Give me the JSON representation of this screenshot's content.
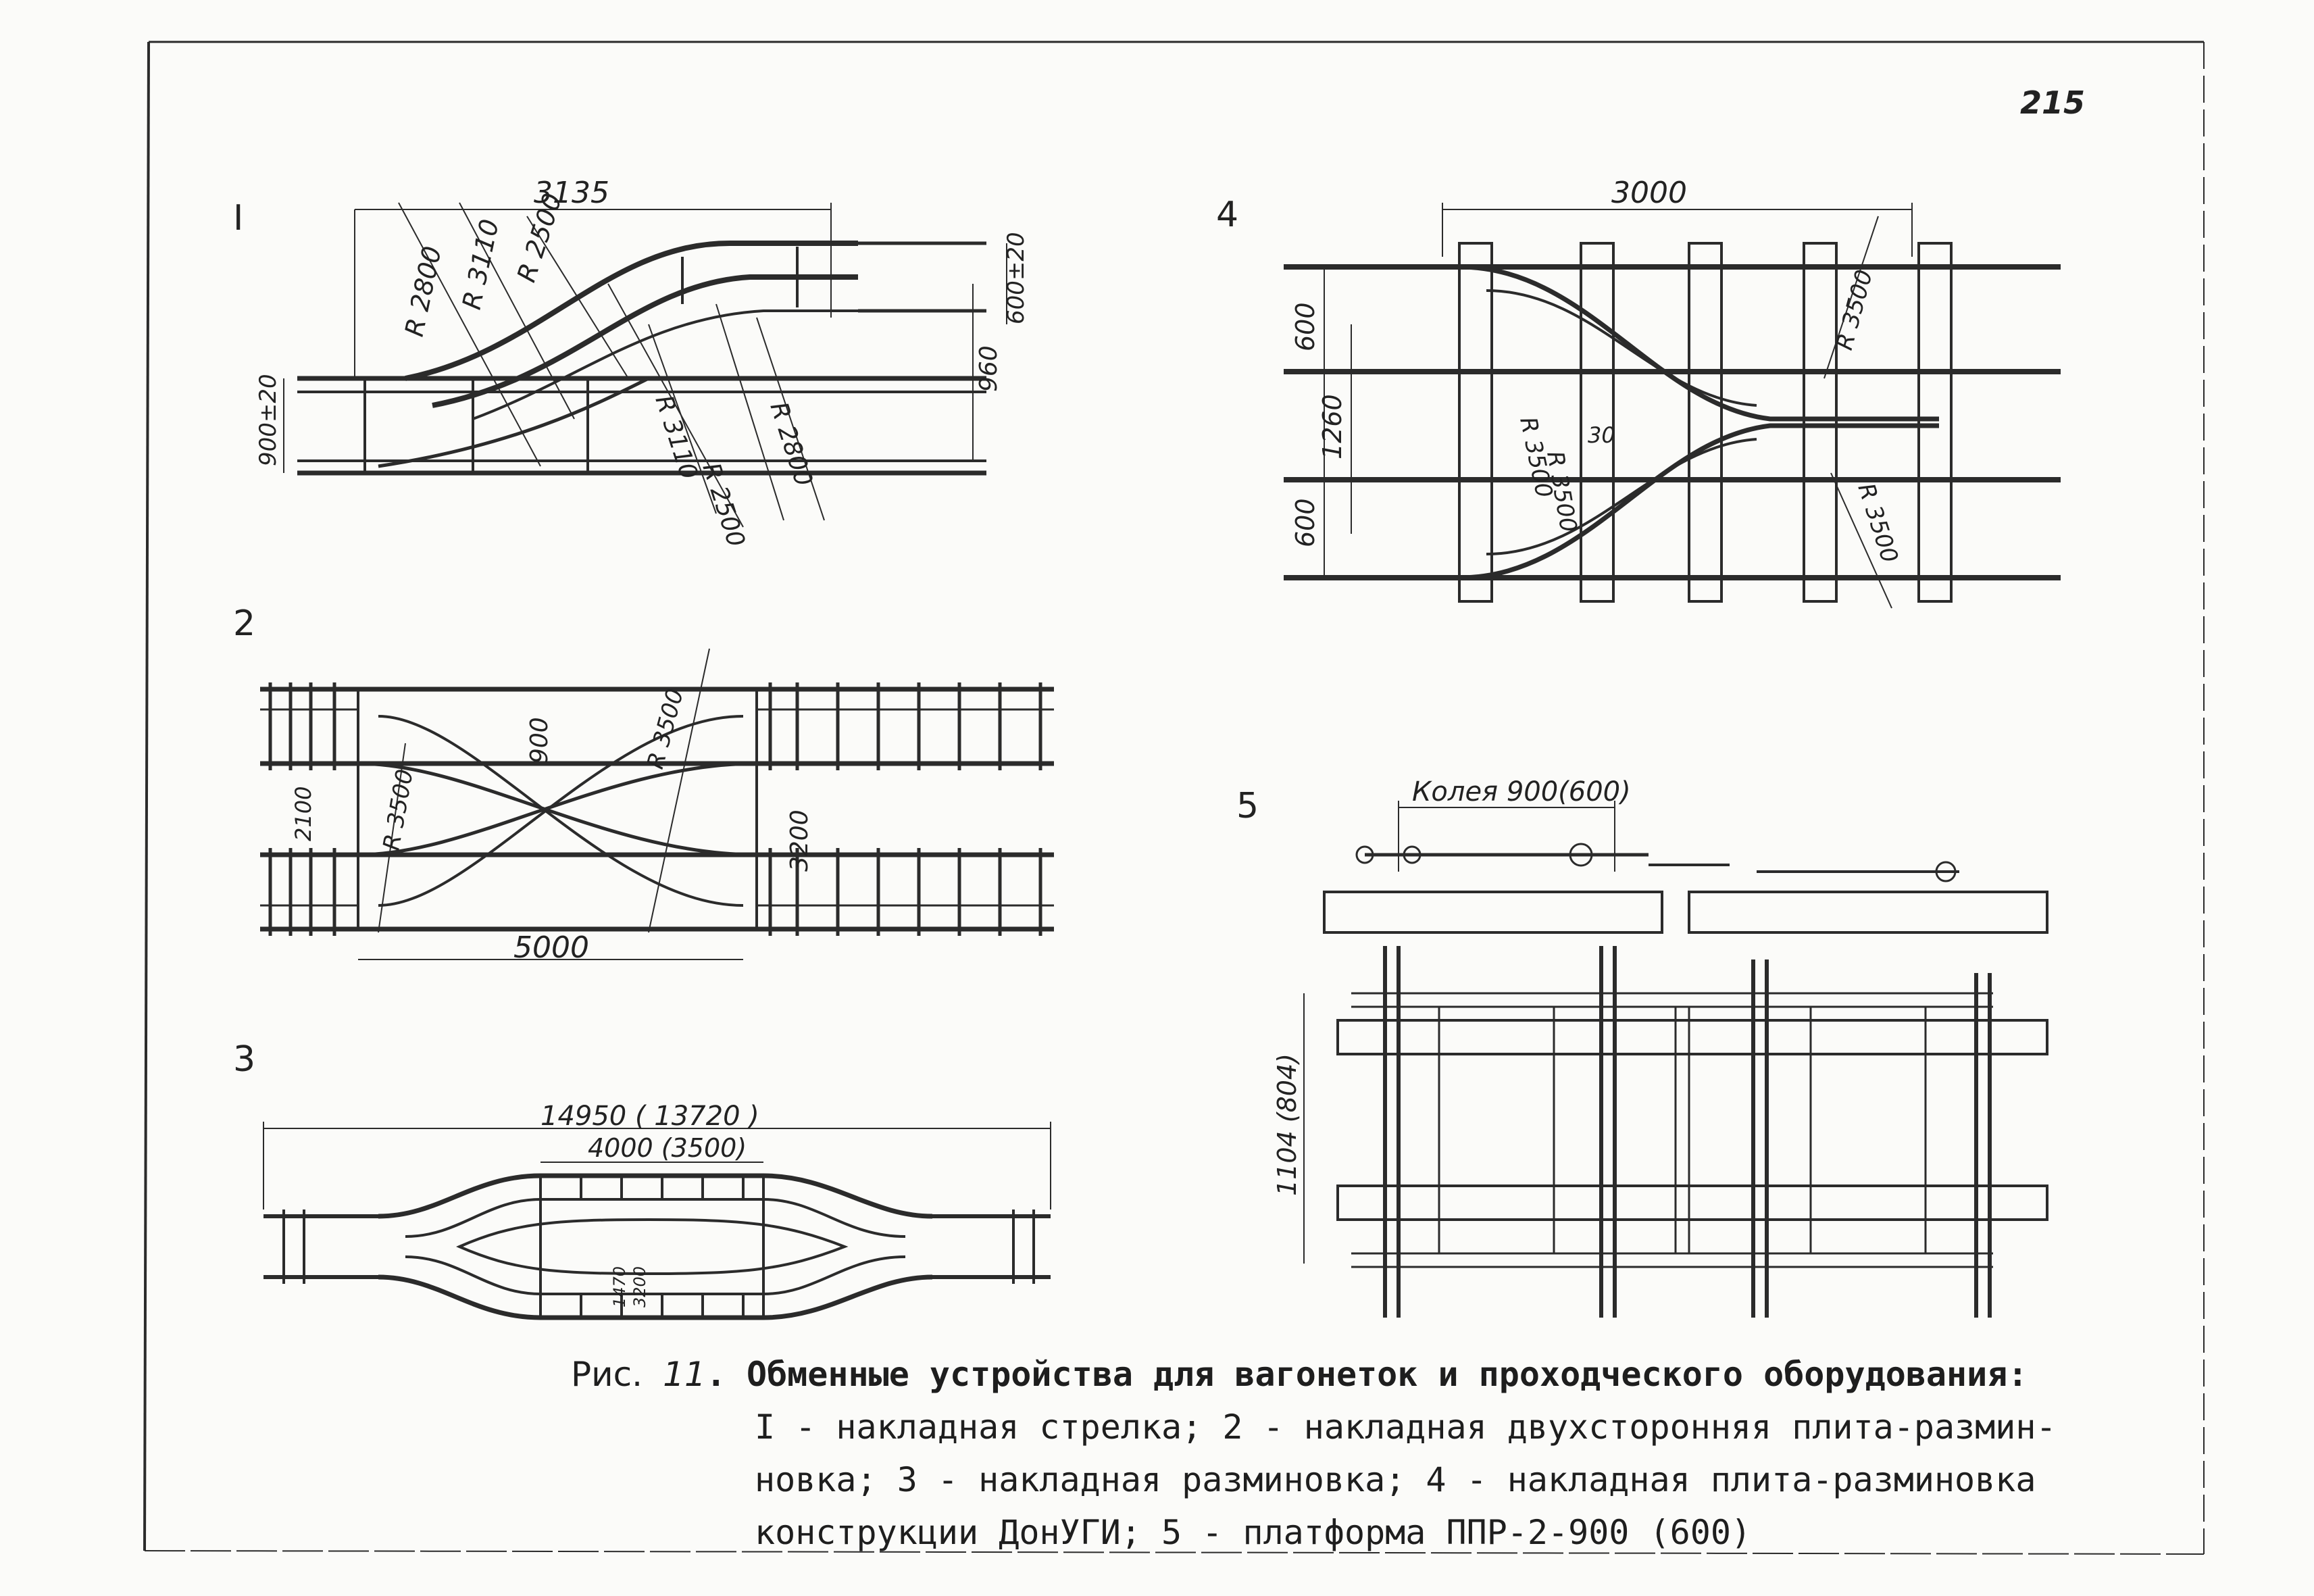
{
  "page_number": "215",
  "figures": [
    {
      "label": "I",
      "dims": [
        "3135",
        "R 2800",
        "R 3110",
        "R 2500",
        "R 2500",
        "R 3110",
        "R 2800",
        "600±20",
        "960",
        "900±20"
      ]
    },
    {
      "label": "2",
      "dims": [
        "900",
        "R 3500",
        "R 3500",
        "2100",
        "3200",
        "5000"
      ]
    },
    {
      "label": "3",
      "dims": [
        "14950 ( 13720 )",
        "4000 (3500)",
        "1470",
        "3200"
      ]
    },
    {
      "label": "4",
      "dims": [
        "3000",
        "600",
        "1260",
        "600",
        "R 3500",
        "R 3500",
        "R 3500",
        "R 3500",
        "30"
      ]
    },
    {
      "label": "5",
      "dims": [
        "Колея 900(600)",
        "1104 (804)"
      ]
    }
  ],
  "caption": {
    "prefix": "Рис.",
    "number": "11",
    "title": ". Обменные устройства для вагонеток и проходческого оборудования:",
    "line2": "I - накладная стрелка; 2 - накладная двухсторонняя плита-размин-",
    "line3": "новка; 3 - накладная разминовка; 4 - накладная плита-разминовка",
    "line4": "конструкции ДонУГИ; 5 - платформа ППР-2-900 (600)"
  }
}
